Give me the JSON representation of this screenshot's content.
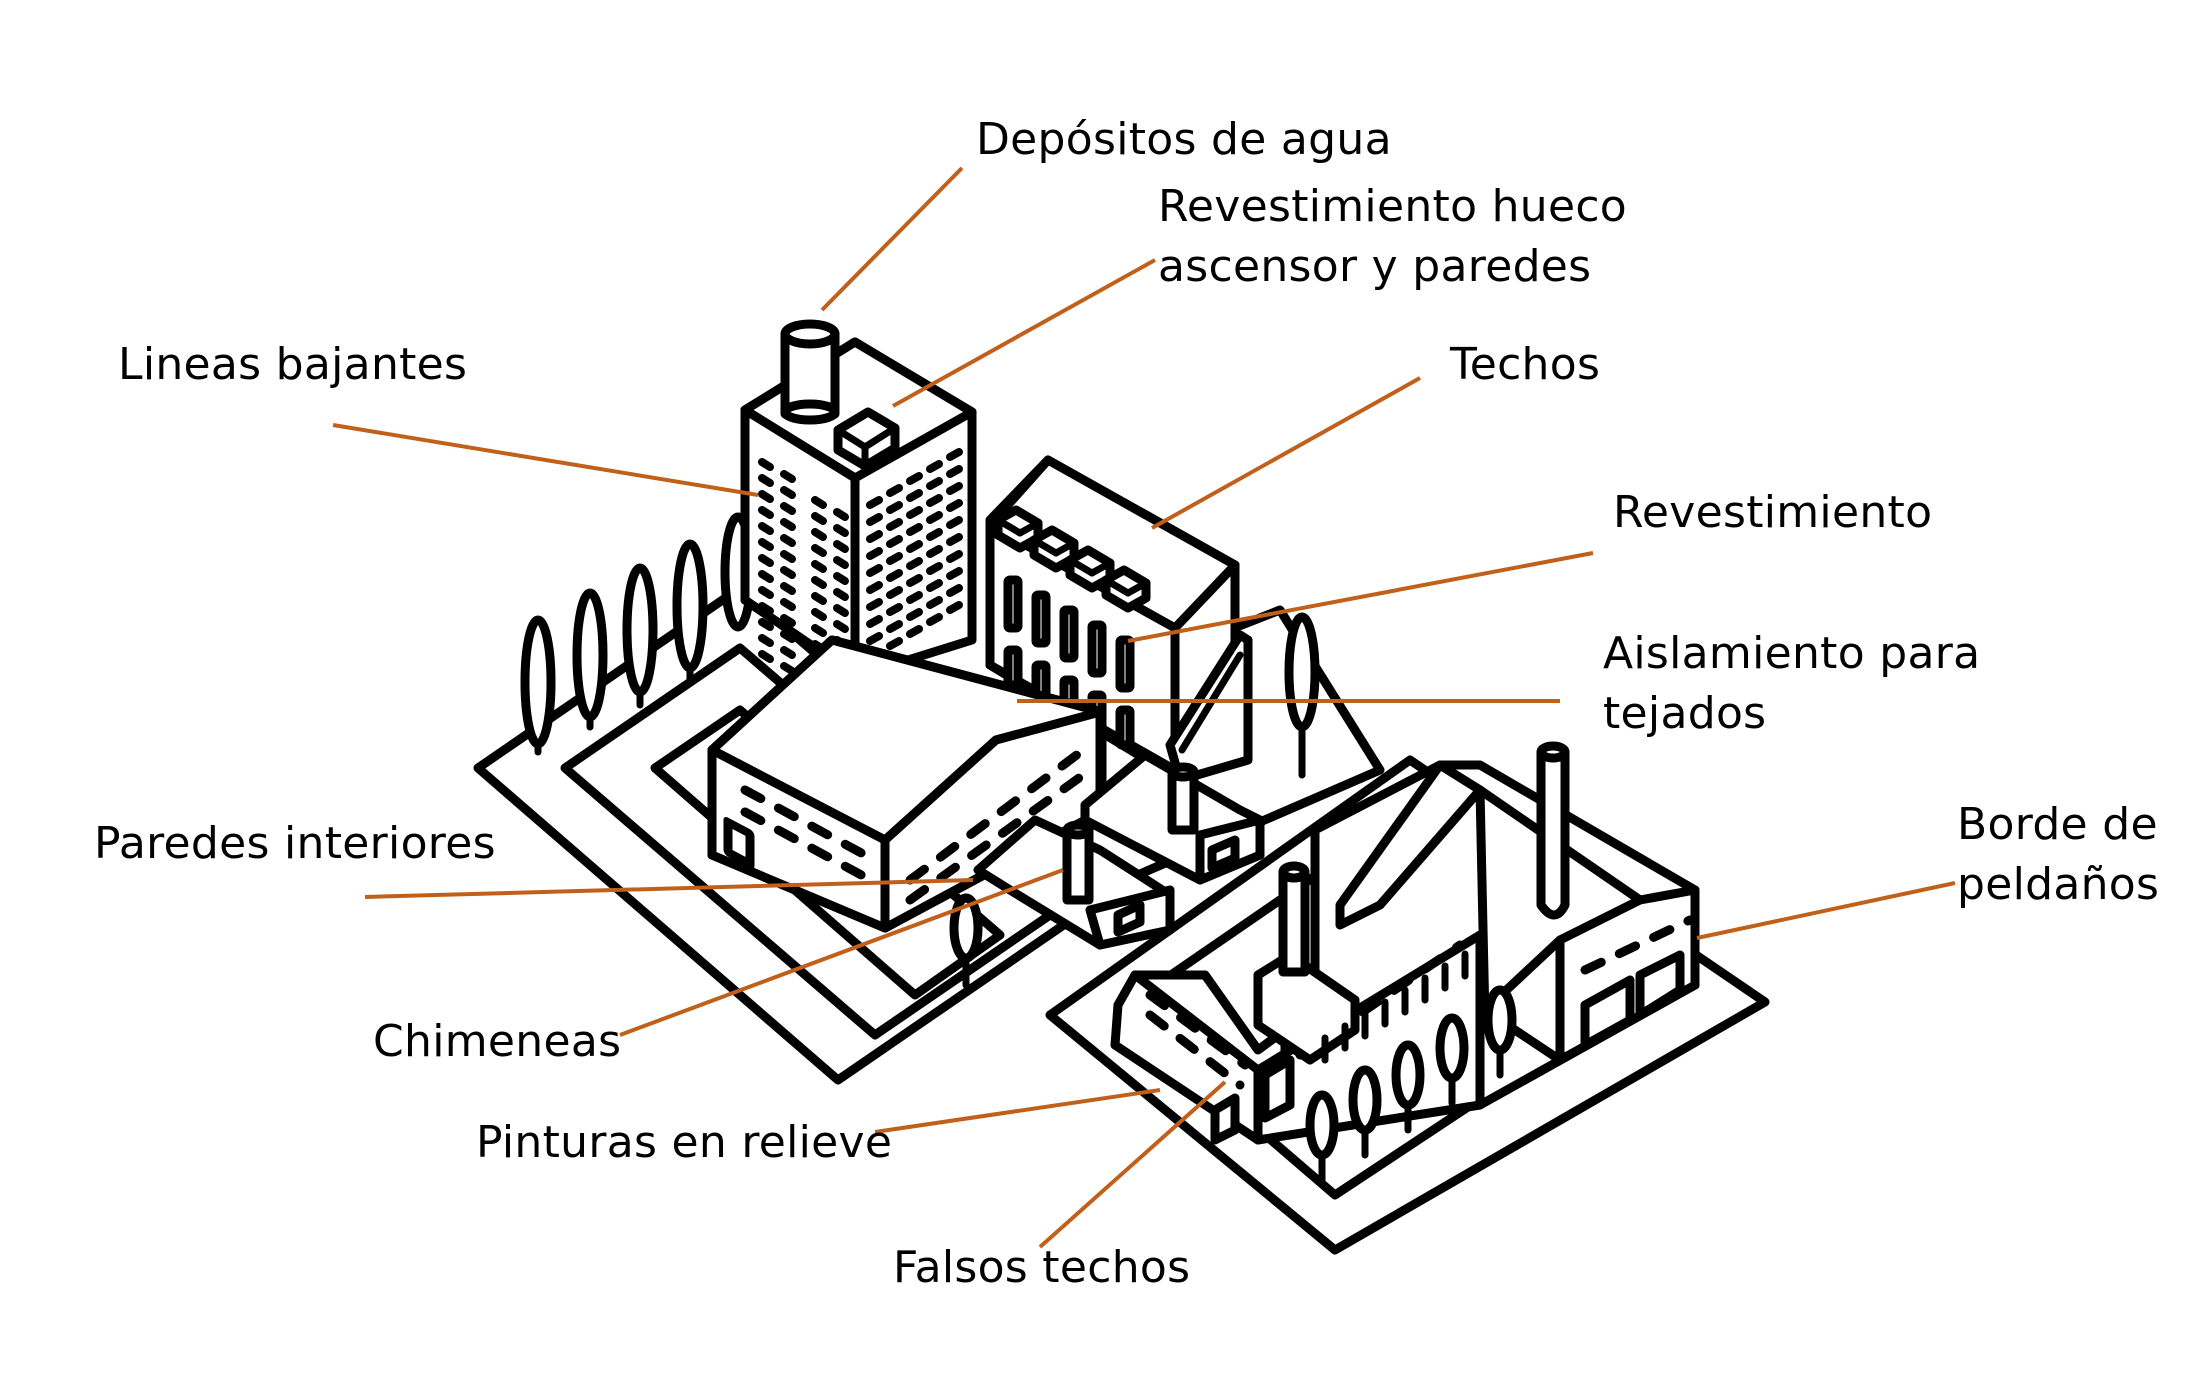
{
  "diagram": {
    "title": "",
    "leader_color": "#C0601A",
    "labels": {
      "depositos": "Depósitos de agua",
      "revestimiento_hueco_1": "Revestimiento hueco",
      "revestimiento_hueco_2": "ascensor y paredes",
      "lineas": "Lineas bajantes",
      "techos": "Techos",
      "revestimiento": "Revestimiento",
      "aislamiento_1": "Aislamiento para",
      "aislamiento_2": "tejados",
      "paredes": "Paredes interiores",
      "borde_1": "Borde de",
      "borde_2": "peldaños",
      "chimeneas": "Chimeneas",
      "pinturas": "Pinturas en relieve",
      "falsos": "Falsos techos"
    }
  }
}
